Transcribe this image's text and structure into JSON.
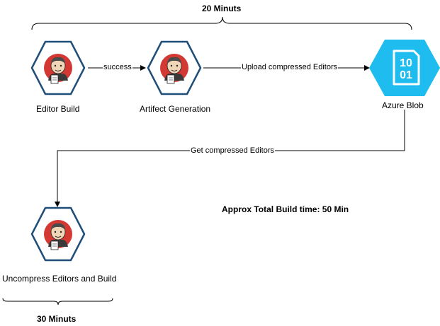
{
  "brackets": {
    "top": "20 Minuts",
    "bottom": "30 Minuts"
  },
  "nodes": {
    "editor_build": "Editor Build",
    "artifact_generation": "Artifect Generation",
    "azure_blob": "Azure Blob",
    "uncompress_build": "Uncompress Editors and Build",
    "blob_icon_text": [
      "10",
      "01"
    ]
  },
  "edges": {
    "success": "success",
    "upload": "Upload compressed Editors",
    "get": "Get compressed Editors"
  },
  "note": "Approx Total Build time:  50 Min",
  "colors": {
    "hexagon_border": "#1f4e79",
    "jenkins_red": "#d33833",
    "azure_blue": "#1ebcef"
  }
}
